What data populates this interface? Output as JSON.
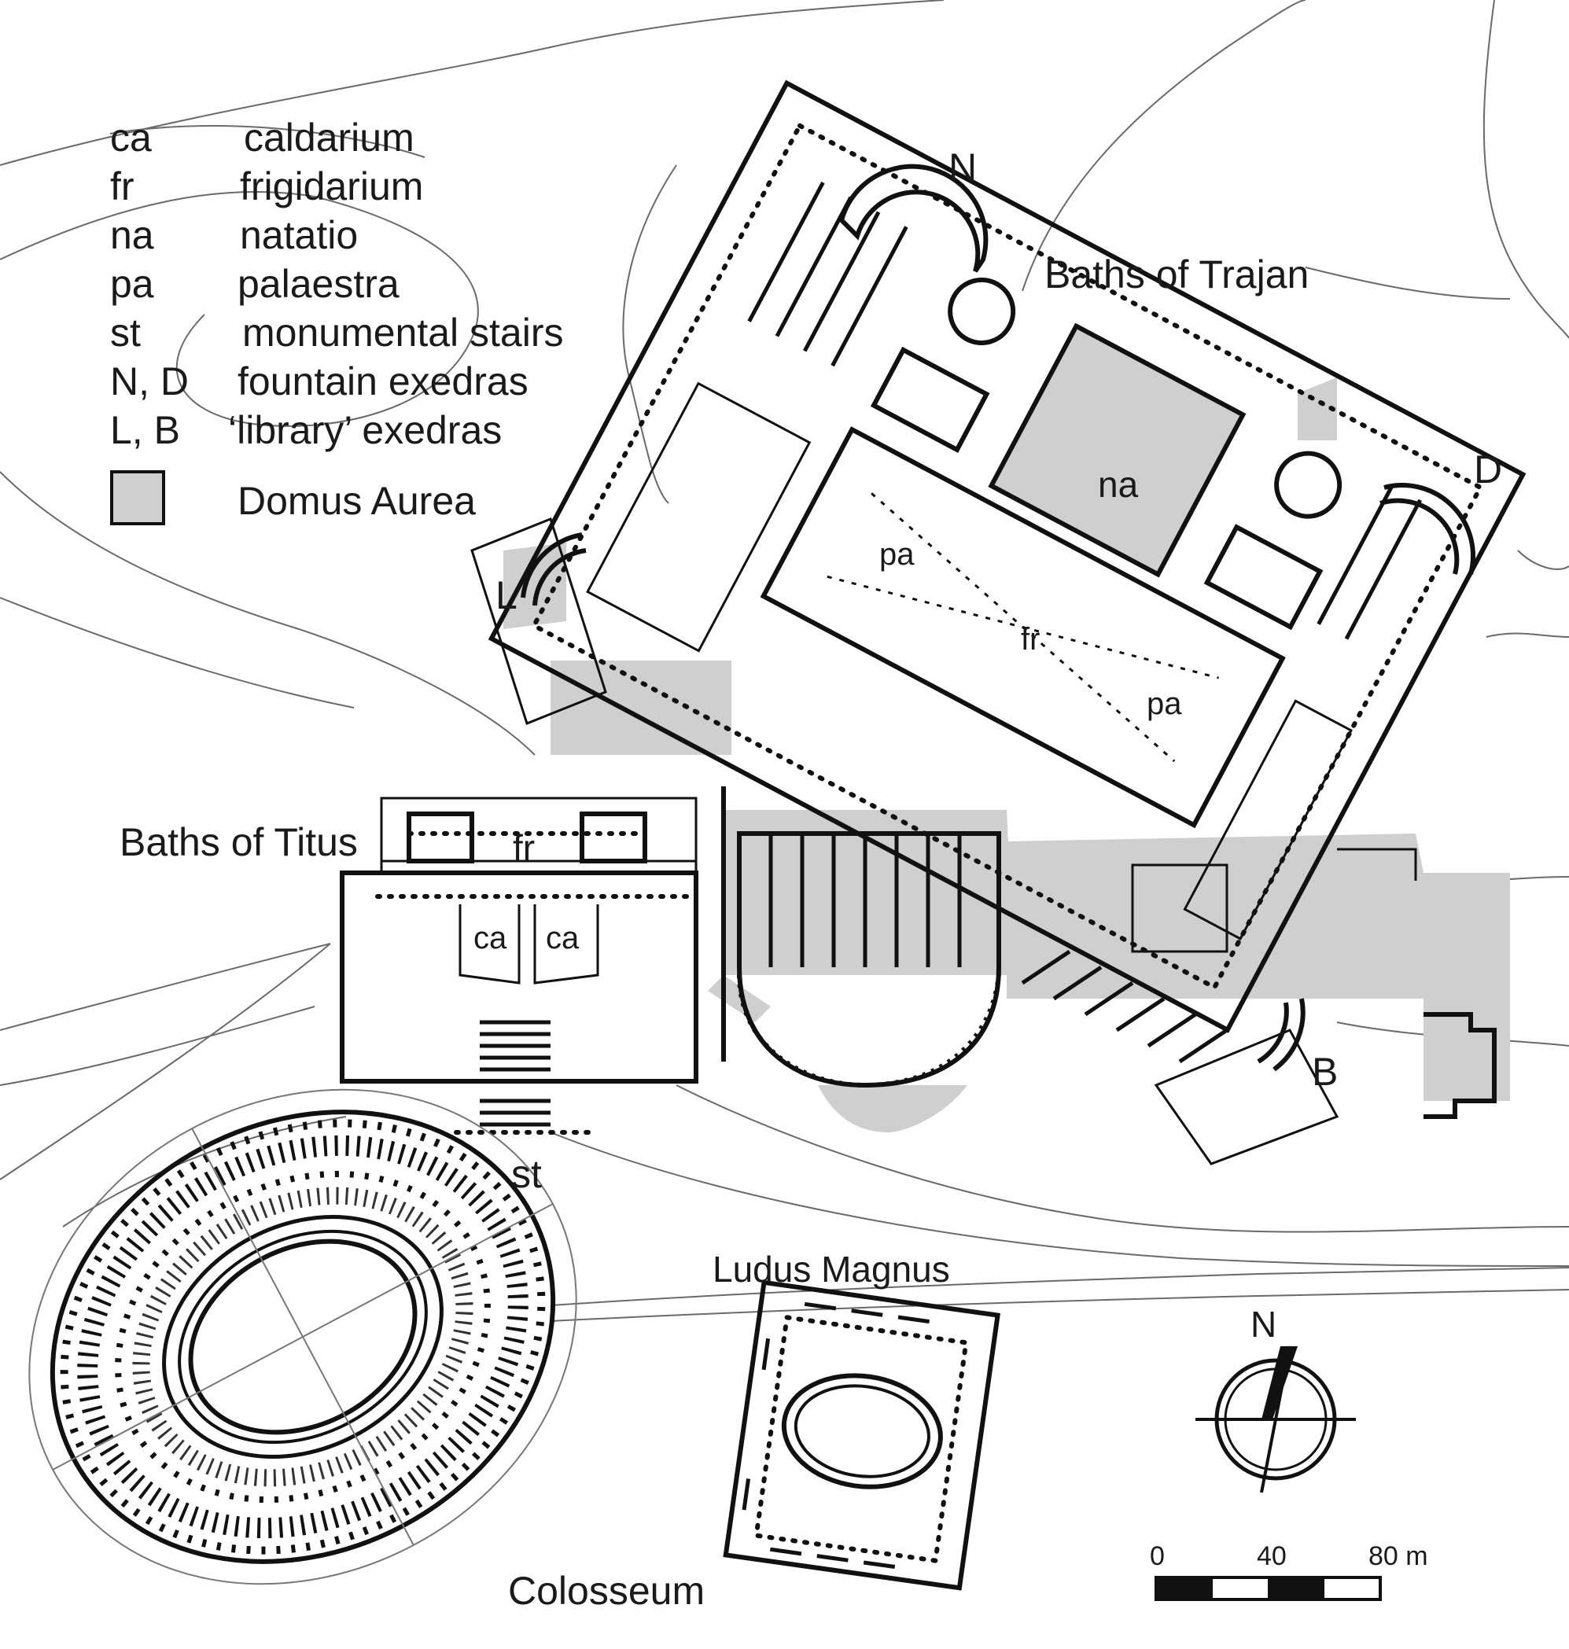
{
  "legend": {
    "items": [
      {
        "code": "ca",
        "label": "caldarium"
      },
      {
        "code": "fr",
        "label": "frigidarium"
      },
      {
        "code": "na",
        "label": "natatio"
      },
      {
        "code": "pa",
        "label": "palaestra"
      },
      {
        "code": "st",
        "label": "monumental stairs"
      },
      {
        "code": "N, D",
        "label": "fountain exedras"
      },
      {
        "code": "L, B",
        "label": "‘library’ exedras"
      }
    ],
    "swatch_label": "Domus Aurea",
    "swatch_color": "#cfcfcf"
  },
  "buildings": {
    "baths_of_trajan": "Baths of Trajan",
    "baths_of_titus": "Baths of Titus",
    "ludus_magnus": "Ludus Magnus",
    "colosseum": "Colosseum"
  },
  "room_labels": {
    "na": "na",
    "pa": "pa",
    "fr": "fr",
    "ca": "ca",
    "st": "st"
  },
  "exedra_labels": {
    "N": "N",
    "D": "D",
    "L": "L",
    "B": "B"
  },
  "north_arrow": {
    "label": "N"
  },
  "scale_bar": {
    "ticks": [
      "0",
      "40",
      "80 m"
    ]
  }
}
